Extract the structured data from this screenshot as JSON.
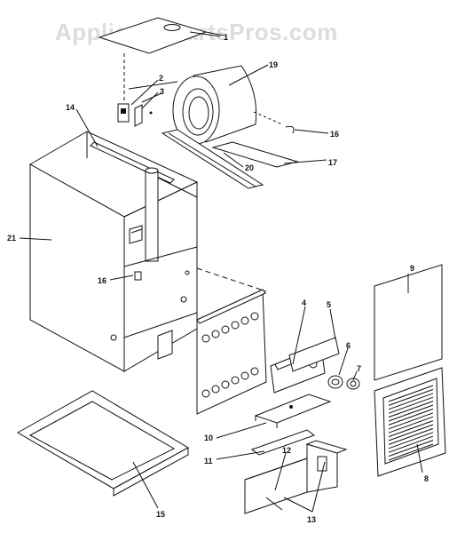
{
  "watermark": "AppliancePartsPros.com",
  "callouts": {
    "c1": "1",
    "c2": "2",
    "c3": "3",
    "c4": "4",
    "c5": "5",
    "c6": "6",
    "c7": "7",
    "c8": "8",
    "c9": "9",
    "c10": "10",
    "c11": "11",
    "c12": "12",
    "c13": "13",
    "c14": "14",
    "c15": "15",
    "c16a": "16",
    "c16b": "16",
    "c17": "17",
    "c19": "19",
    "c20": "20",
    "c21": "21"
  }
}
